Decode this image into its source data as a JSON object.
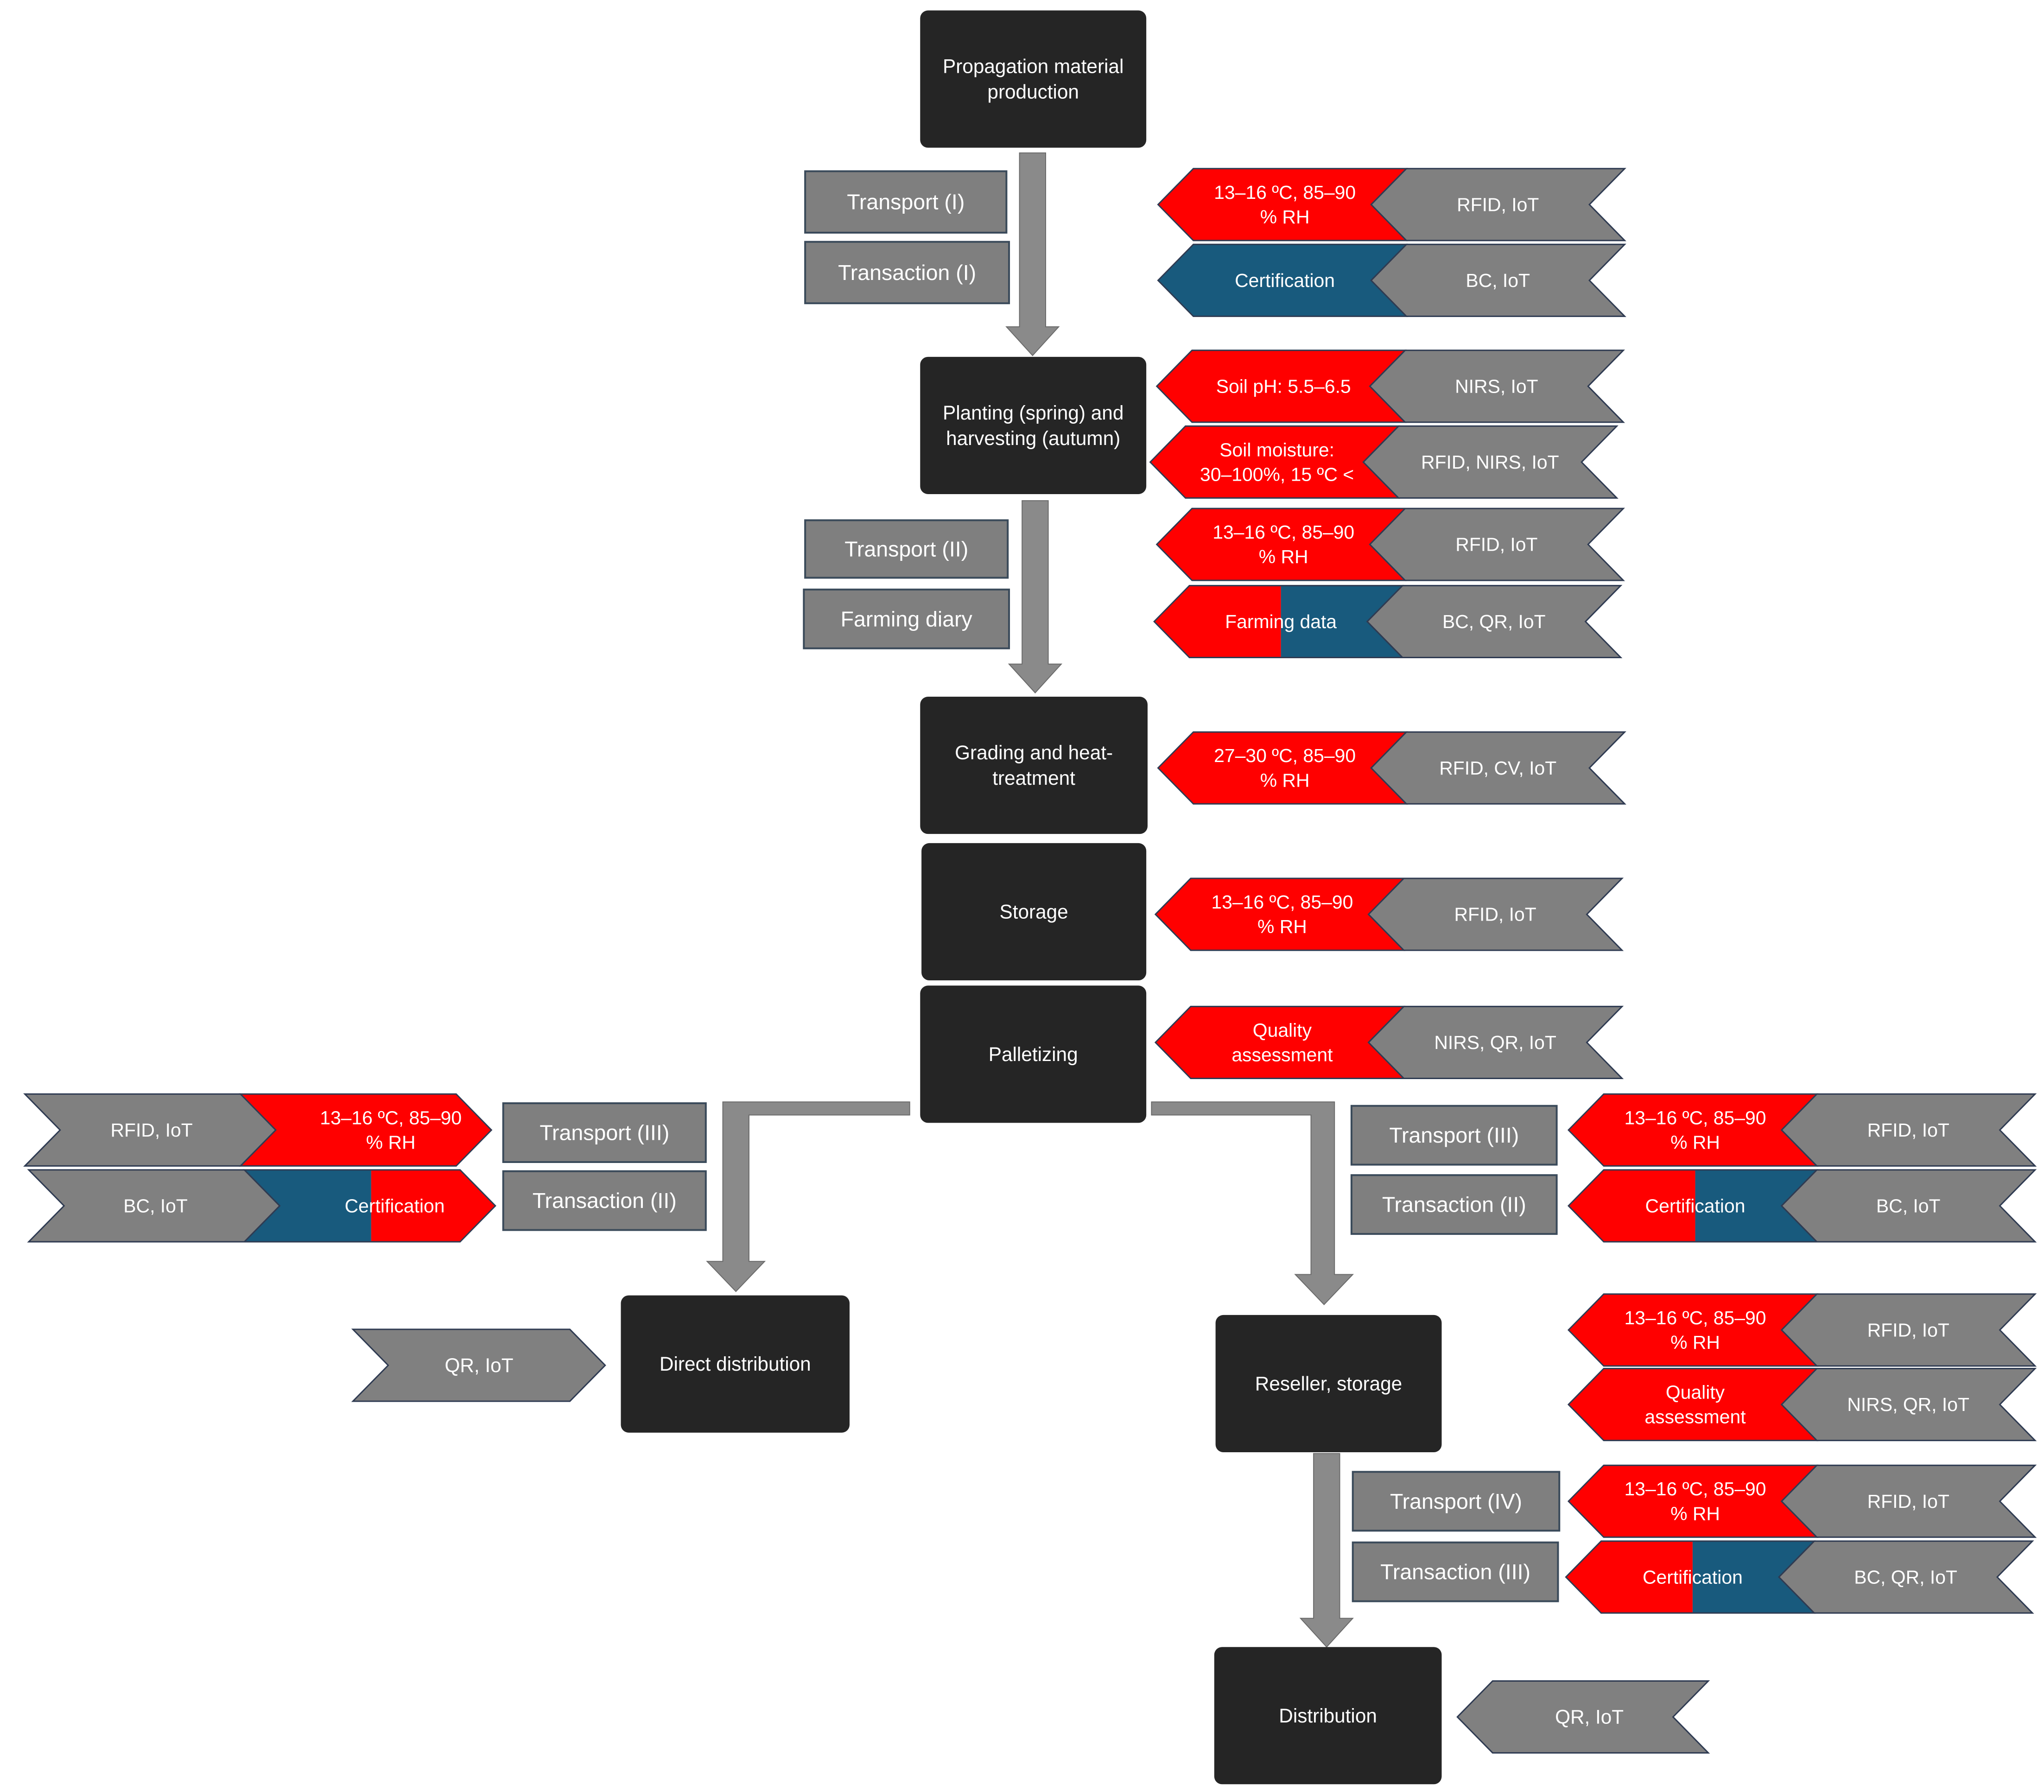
{
  "colors": {
    "stage_fill": "#252525",
    "label_fill": "#7f7f7f",
    "tag_gray": "#808080",
    "red": "#ff0000",
    "blue": "#185a7d",
    "arrow": "#8a8a8a",
    "text": "#ffffff"
  },
  "stages": {
    "propagation": [
      "Propagation material",
      "production"
    ],
    "planting": [
      "Planting (spring) and",
      "harvesting (autumn)"
    ],
    "grading": [
      "Grading and heat-",
      "treatment"
    ],
    "storage": [
      "Storage"
    ],
    "palletizing": [
      "Palletizing"
    ],
    "direct": [
      "Direct distribution"
    ],
    "reseller": [
      "Reseller, storage"
    ],
    "distribution": [
      "Distribution"
    ]
  },
  "labels": {
    "transport_1": "Transport (I)",
    "transaction_1": "Transaction (I)",
    "transport_2": "Transport (II)",
    "farming_diary": "Farming diary",
    "transport_3_left": "Transport (III)",
    "transaction_2_left": "Transaction (II)",
    "transport_3_right": "Transport (III)",
    "transaction_2_right": "Transaction (II)",
    "transport_4": "Transport (IV)",
    "transaction_3": "Transaction (III)"
  },
  "tags": {
    "t1_cond": [
      "13–16 ºC, 85–90",
      "% RH"
    ],
    "t1_tech": "RFID, IoT",
    "t2_cond": "Certification",
    "t2_tech": "BC, IoT",
    "t3_cond": "Soil pH: 5.5–6.5",
    "t3_tech": "NIRS, IoT",
    "t4_cond": [
      "Soil moisture:",
      "30–100%, 15 ºC <"
    ],
    "t4_tech": "RFID, NIRS, IoT",
    "t5_cond": [
      "13–16 ºC, 85–90",
      "% RH"
    ],
    "t5_tech": "RFID, IoT",
    "t6_cond": "Farming data",
    "t6_tech": "BC, QR, IoT",
    "t7_cond": [
      "27–30 ºC, 85–90",
      "% RH"
    ],
    "t7_tech": "RFID, CV, IoT",
    "t8_cond": [
      "13–16 ºC, 85–90",
      "% RH"
    ],
    "t8_tech": "RFID, IoT",
    "t9_cond": [
      "Quality",
      "assessment"
    ],
    "t9_tech": "NIRS, QR, IoT",
    "l1_cond": [
      "13–16 ºC, 85–90",
      "% RH"
    ],
    "l1_tech": "RFID, IoT",
    "l2_cond": "Certification",
    "l2_tech": "BC, IoT",
    "r1_cond": [
      "13–16 ºC, 85–90",
      "% RH"
    ],
    "r1_tech": "RFID, IoT",
    "r2_cond": "Certification",
    "r2_tech": "BC, IoT",
    "r3_cond": [
      "13–16 ºC, 85–90",
      "% RH"
    ],
    "r3_tech": "RFID, IoT",
    "r4_cond": [
      "Quality",
      "assessment"
    ],
    "r4_tech": "NIRS, QR, IoT",
    "r5_cond": [
      "13–16 ºC, 85–90",
      "% RH"
    ],
    "r5_tech": "RFID, IoT",
    "r6_cond": "Certification",
    "r6_tech": "BC, QR, IoT",
    "direct_tech": "QR, IoT",
    "dist_tech": "QR, IoT"
  }
}
